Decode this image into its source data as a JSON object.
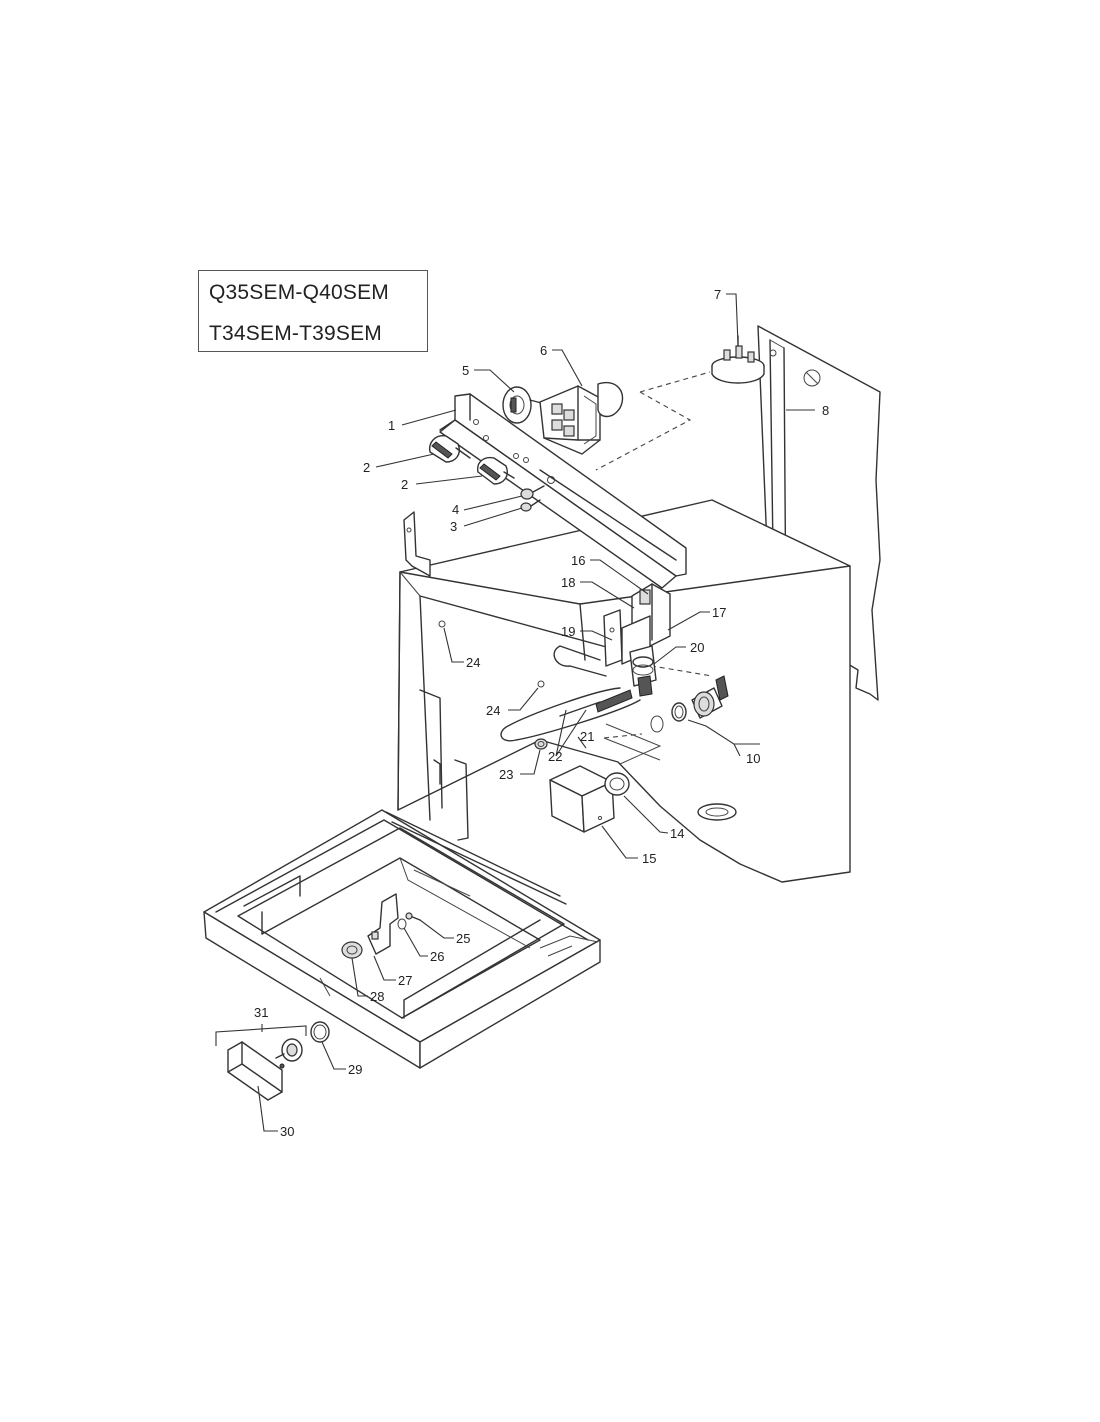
{
  "models": {
    "line1": "Q35SEM-Q40SEM",
    "line2": "T34SEM-T39SEM"
  },
  "callouts": {
    "c1": "1",
    "c2a": "2",
    "c2b": "2",
    "c3": "3",
    "c4": "4",
    "c5": "5",
    "c6": "6",
    "c7": "7",
    "c8": "8",
    "c10": "10",
    "c14": "14",
    "c15": "15",
    "c16": "16",
    "c17": "17",
    "c18": "18",
    "c19": "19",
    "c20": "20",
    "c21": "21",
    "c22": "22",
    "c23": "23",
    "c24a": "24",
    "c24b": "24",
    "c25": "25",
    "c26": "26",
    "c27": "27",
    "c28": "28",
    "c29": "29",
    "c30": "30",
    "c31": "31"
  }
}
